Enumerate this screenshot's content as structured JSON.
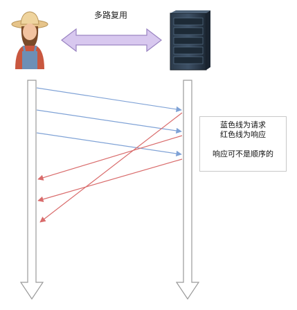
{
  "header": {
    "caption": "多路复用"
  },
  "legend": {
    "line1": "蓝色线为请求",
    "line2": "红色线为响应",
    "line3": "响应可不是顺序的"
  },
  "colors": {
    "request": "#7fa2d6",
    "response": "#d96b6b",
    "arrow_fill": "#d8c8ef",
    "arrow_stroke": "#9a84c2",
    "lifeline_stroke": "#9a9a9a"
  },
  "icons": {
    "client": "farmer-person-icon",
    "server": "server-rack-icon"
  },
  "diagram": {
    "requests": 3,
    "responses": 3
  }
}
